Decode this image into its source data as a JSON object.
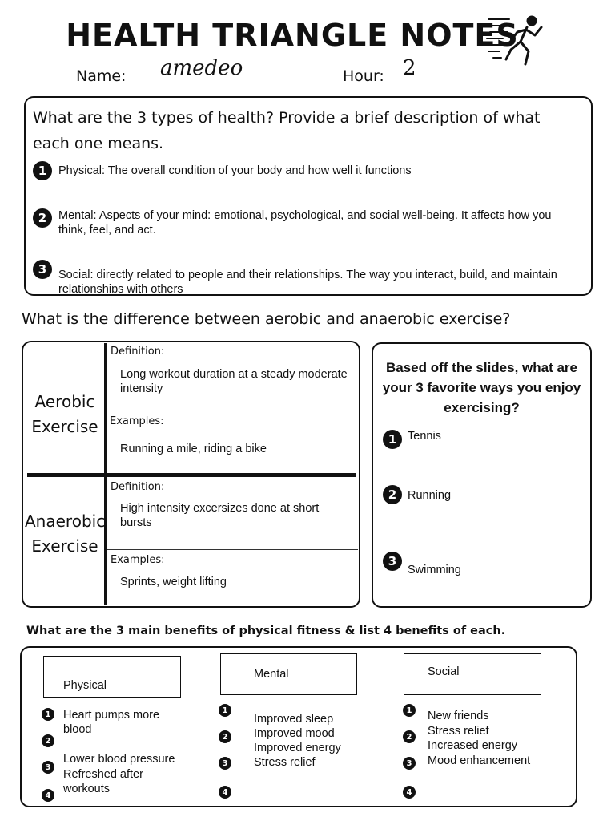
{
  "title": "HEALTH TRIANGLE NOTES",
  "header": {
    "name_label": "Name:",
    "name_value": "amedeo",
    "hour_label": "Hour:",
    "hour_value": "2"
  },
  "types_of_health": {
    "question": "What are the 3 types of health? Provide a brief description of what each one means.",
    "items": [
      {
        "number": "1",
        "text": "Physical: The overall condition of your body and how well it functions"
      },
      {
        "number": "2",
        "text": "Mental: Aspects of your mind: emotional, psychological, and social well-being. It affects how you think, feel, and act."
      },
      {
        "number": "3",
        "text": "Social: directly related to people and their relationships. The way you interact, build, and maintain relationships with others"
      }
    ]
  },
  "exercise_question": "What is the difference between aerobic and anaerobic exercise?",
  "exercise_table": {
    "aerobic": {
      "label": "Aerobic Exercise",
      "definition_label": "Definition:",
      "definition": "Long workout duration at a steady moderate intensity",
      "examples_label": "Examples:",
      "examples": "Running a mile, riding a bike"
    },
    "anaerobic": {
      "label": "Anaerobic Exercise",
      "definition_label": "Definition:",
      "definition": "High intensity excersizes done at short bursts",
      "examples_label": "Examples:",
      "examples": "Sprints, weight lifting"
    }
  },
  "favorites": {
    "question": "Based off the slides, what are your 3 favorite ways you enjoy exercising?",
    "items": [
      {
        "number": "1",
        "text": "Tennis"
      },
      {
        "number": "2",
        "text": "Running"
      },
      {
        "number": "3",
        "text": "Swimming"
      }
    ]
  },
  "benefits": {
    "question": "What are the 3 main benefits of physical fitness & list 4 benefits of each.",
    "numbers": [
      "1",
      "2",
      "3",
      "4"
    ],
    "columns": [
      {
        "header": "Physical",
        "text": [
          "Heart pumps more",
          "blood",
          "",
          "Lower blood pressure",
          "Refreshed after",
          "workouts"
        ]
      },
      {
        "header": "Mental",
        "text": [
          "Improved sleep",
          "Improved mood",
          "Improved energy",
          "Stress relief"
        ]
      },
      {
        "header": "Social",
        "text": [
          "New friends",
          "Stress relief",
          "Increased energy",
          "Mood enhancement"
        ]
      }
    ]
  }
}
